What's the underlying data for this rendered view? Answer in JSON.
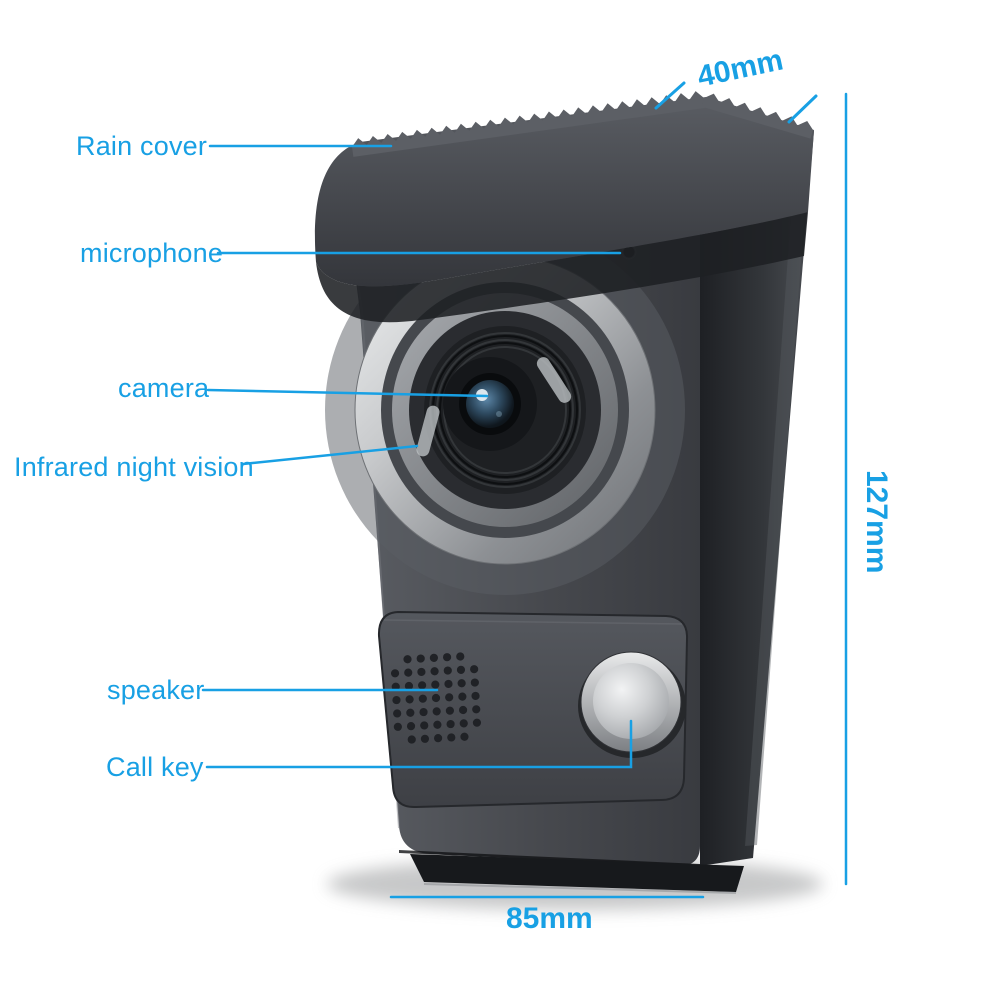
{
  "colors": {
    "accent": "#18a0e4"
  },
  "callouts": {
    "rain_cover": "Rain cover",
    "microphone": "microphone",
    "camera": "camera",
    "infrared": "Infrared night vision",
    "speaker": "speaker",
    "call_key": "Call key"
  },
  "dimensions": {
    "depth": "40mm",
    "height": "127mm",
    "width": "85mm"
  }
}
